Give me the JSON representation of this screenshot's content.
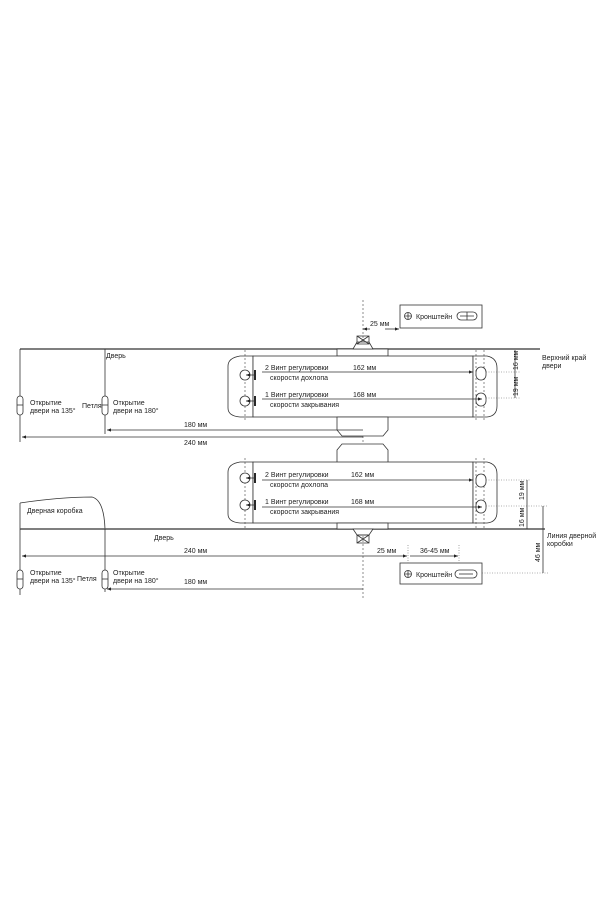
{
  "top": {
    "door": "Дверь",
    "open135": [
      "Открытие",
      "двери на 135°"
    ],
    "hinge": "Петля",
    "open180": [
      "Открытие",
      "двери на 180°"
    ],
    "screw2": [
      "2 Винт регулировки",
      "скорости дохлопа"
    ],
    "screw1": [
      "1 Винт регулировки",
      "скорости закрывания"
    ],
    "dim162": "162 мм",
    "dim168": "168 мм",
    "dim180": "180 мм",
    "dim240": "240 мм",
    "dim25": "25 мм",
    "bracket": "Кронштейн",
    "edge": [
      "Верхний край",
      "двери"
    ],
    "dim16": "16 мм",
    "dim19": "19 мм"
  },
  "bottom": {
    "frame": "Дверная коробка",
    "door": "Дверь",
    "open135": [
      "Открытие",
      "двери на 135°"
    ],
    "hinge": "Петля",
    "open180": [
      "Открытие",
      "двери на 180°"
    ],
    "screw2": [
      "2 Винт регулировки",
      "скорости дохлопа"
    ],
    "screw1": [
      "1 Винт регулировки",
      "скорости закрывания"
    ],
    "dim162": "162 мм",
    "dim168": "168 мм",
    "dim240": "240 мм",
    "dim180": "180 мм",
    "dim25": "25 мм",
    "dim3645": "36-45 мм",
    "bracket": "Кронштейн",
    "frameLine": [
      "Линия дверной",
      "коробки"
    ],
    "dim46": "46 мм",
    "dim19": "19 мм",
    "dim16": "16 мм"
  }
}
